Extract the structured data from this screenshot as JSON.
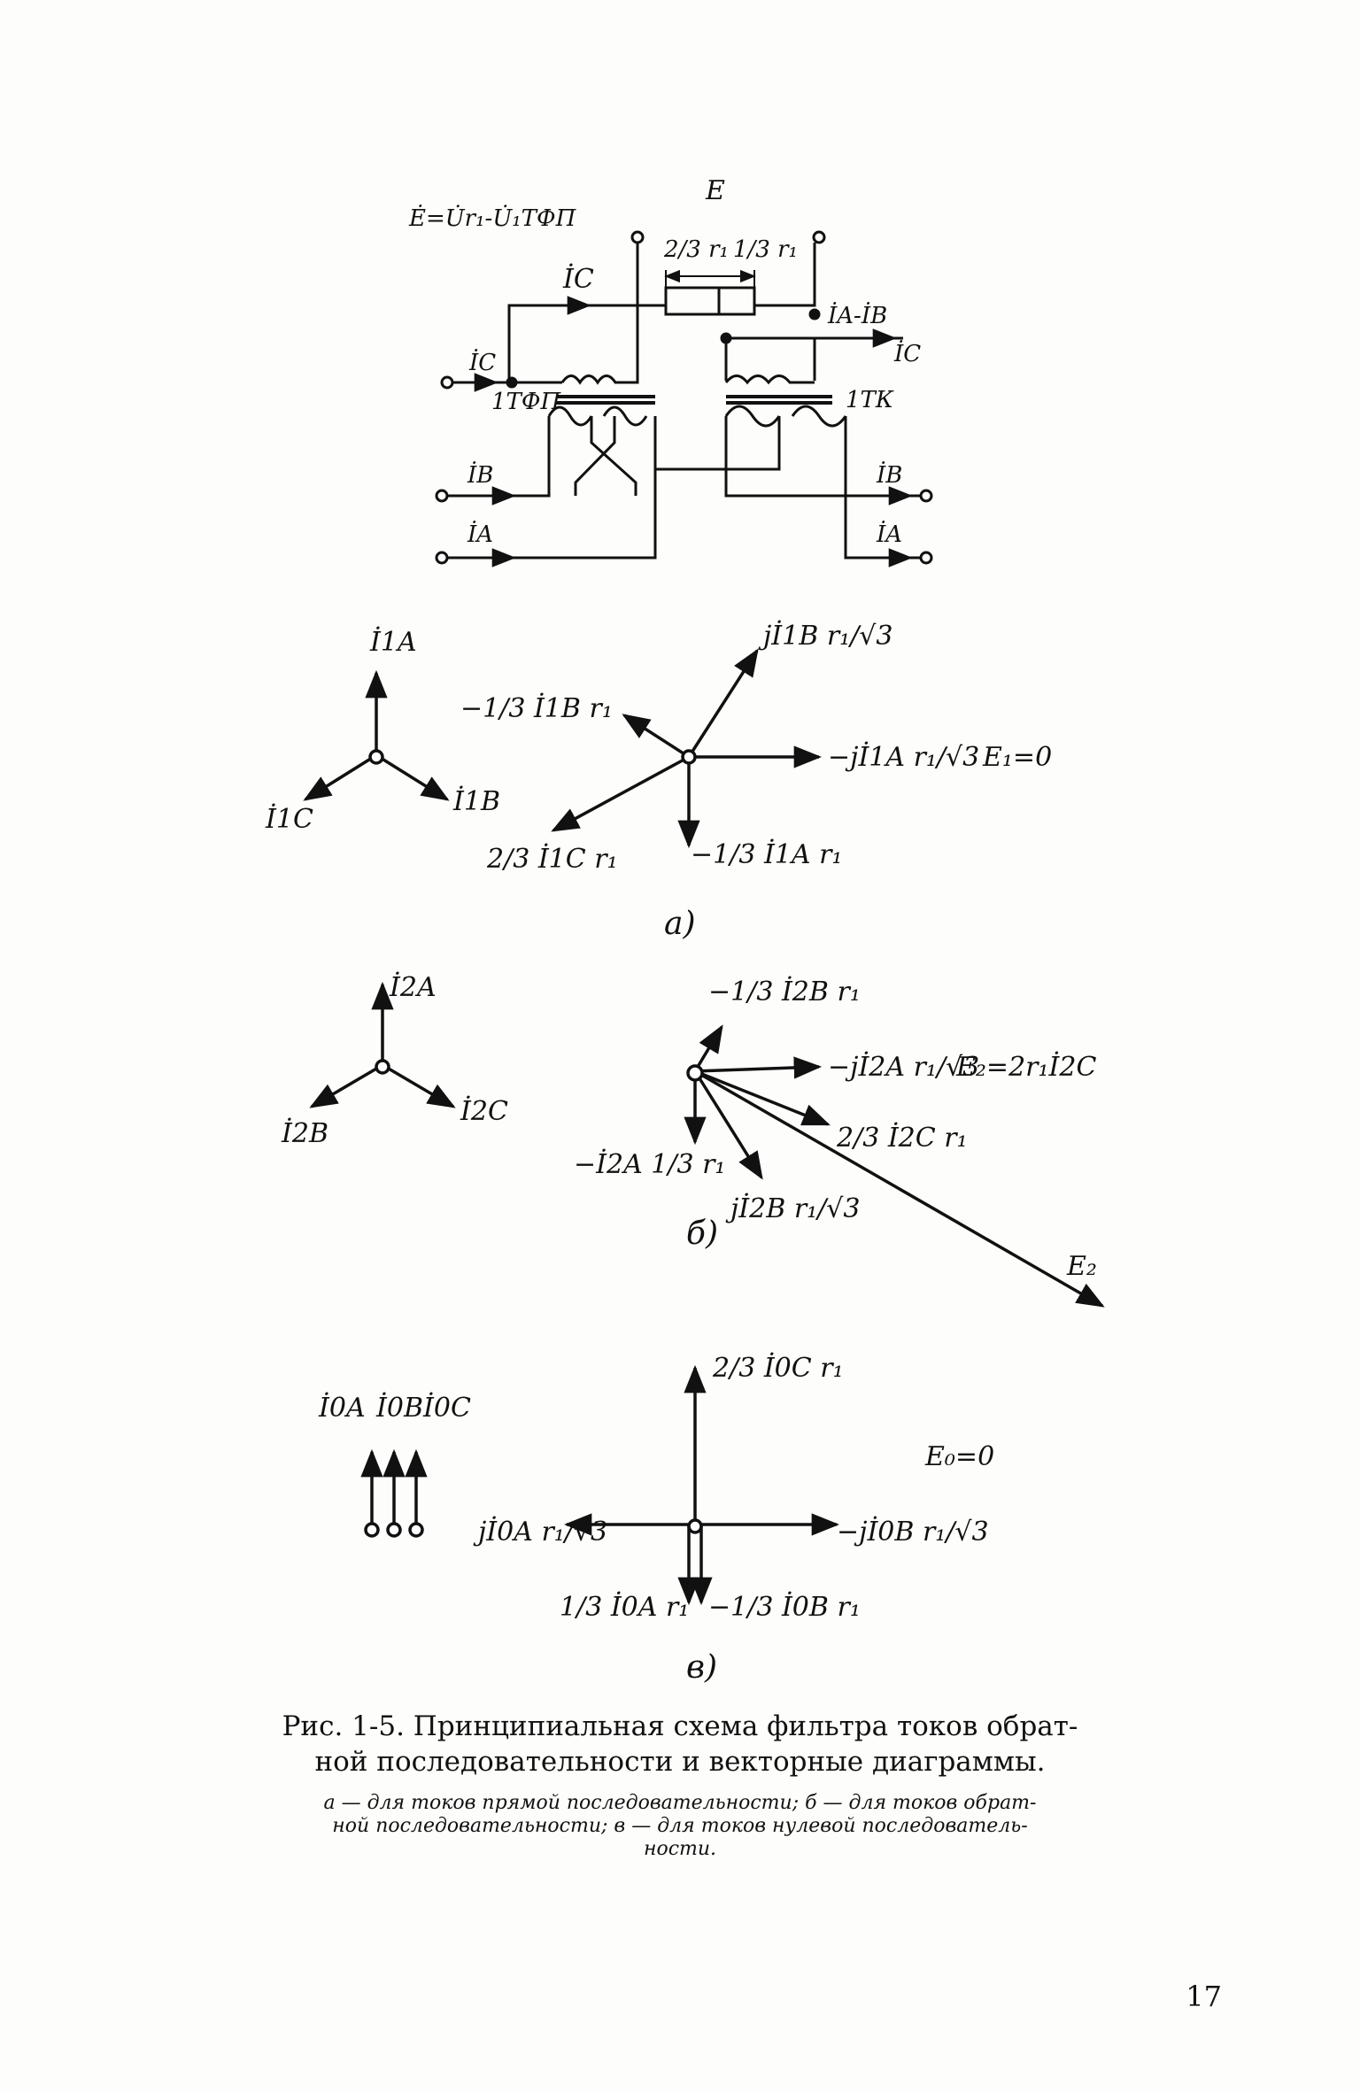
{
  "schematic": {
    "formula_e": "Ė=U̇r₁-U̇₁ТФП",
    "e_label": "E",
    "r_two_thirds": "2/3 r₁",
    "r_one_third": "1/3 r₁",
    "ic_top": "İC",
    "ic_left": "İC",
    "ia_ib": "İA-İB",
    "ic_right": "İC",
    "tfp": "1ТФП",
    "tk": "1ТК",
    "ib_left": "İB",
    "ib_right": "İB",
    "ia_left": "İA",
    "ia_right": "İA"
  },
  "diagram_a": {
    "star": {
      "a": "İ1A",
      "b": "İ1B",
      "c": "İ1C"
    },
    "j_ib": "jİ1B r₁/√3",
    "minus_third_ib": "−1/3 İ1B r₁",
    "minus_j_ia": "−jİ1A r₁/√3",
    "e": "E₁=0",
    "two_thirds_ic": "2/3 İ1C r₁",
    "minus_third_ia": "−1/3 İ1A r₁",
    "label": "а)"
  },
  "diagram_b": {
    "star": {
      "a": "İ2A",
      "b": "İ2B",
      "c": "İ2C"
    },
    "minus_third_ib": "−1/3 İ2B r₁",
    "minus_j_ia": "−jİ2A r₁/√3",
    "e_eq": "E₂=2r₁İ2C",
    "two_thirds_ic": "2/3 İ2C r₁",
    "minus_ia_third": "−İ2A 1/3 r₁",
    "j_ib": "jİ2B r₁/√3",
    "e2": "E₂",
    "label": "б)"
  },
  "diagram_c": {
    "zero_labels": {
      "a": "İ0A",
      "b": "İ0B",
      "c": "İ0C"
    },
    "two_thirds_ic": "2/3 İ0C r₁",
    "e": "E₀=0",
    "j_ia": "jİ0A r₁/√3",
    "minus_j_ib": "−jİ0B r₁/√3",
    "third_ia": "1/3 İ0A r₁",
    "minus_third_ib": "−1/3 İ0B r₁",
    "label": "в)"
  },
  "caption": {
    "line1": "Рис. 1-5. Принципиальная схема фильтра токов обрат-",
    "line2": "ной последовательности и векторные диаграммы.",
    "notes1": "а — для токов прямой последовательности; б — для токов обрат-",
    "notes2": "ной последовательности; в — для токов нулевой последователь-",
    "notes3": "ности."
  },
  "page_number": "17"
}
